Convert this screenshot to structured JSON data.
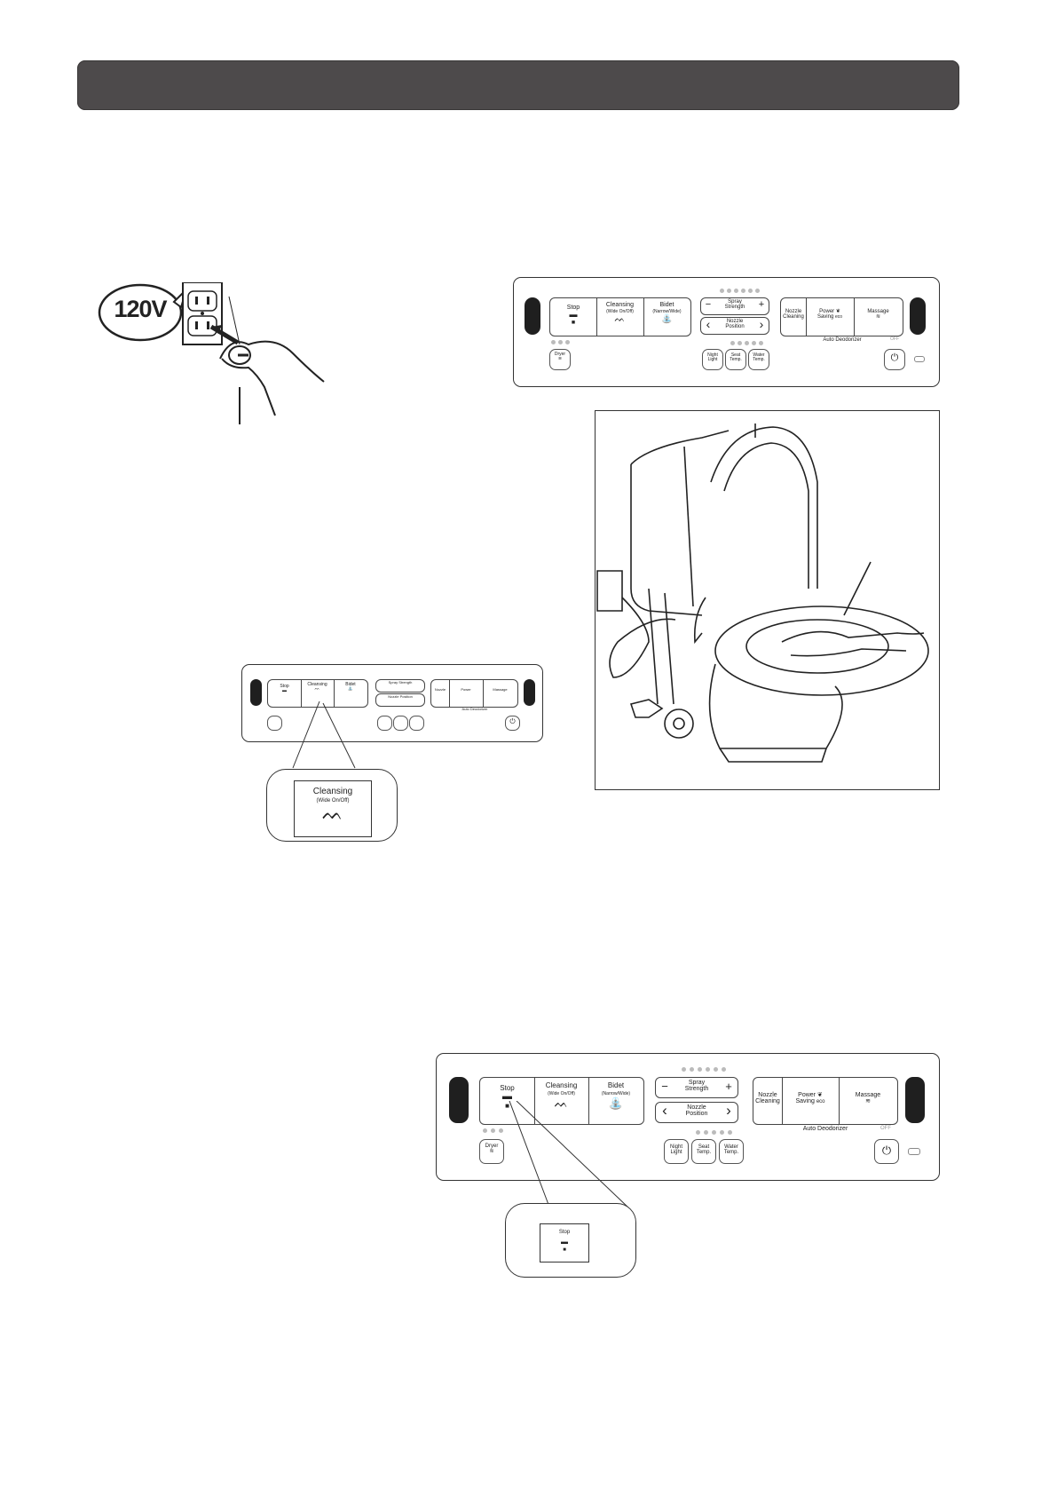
{
  "outlet": {
    "voltage": "120V"
  },
  "panel": {
    "stop": "Stop",
    "cleansing": "Cleansing",
    "cleansing_sub": "(Wide On/Off)",
    "bidet": "Bidet",
    "bidet_sub": "(Narrow/Wide)",
    "spray": "Spray",
    "strength": "Strength",
    "nozzle": "Nozzle",
    "position": "Position",
    "nozzle_cleaning_1": "Nozzle",
    "nozzle_cleaning_2": "Cleaning",
    "power": "Power",
    "saving": "Saving",
    "eco": "eco",
    "massage": "Massage",
    "auto_deodorizer": "Auto Deodorizer",
    "off": "OFF",
    "dryer": "Dryer",
    "night": "Night",
    "light": "Light",
    "seat": "Seat",
    "temp": "Temp.",
    "water": "Water",
    "water_temp": "Temp.",
    "minus": "−",
    "plus": "+",
    "left": "‹",
    "right": "›"
  },
  "callout_cleansing": {
    "title": "Cleansing",
    "sub": "(Wide On/Off)"
  },
  "callout_stop": {
    "title": "Stop"
  }
}
